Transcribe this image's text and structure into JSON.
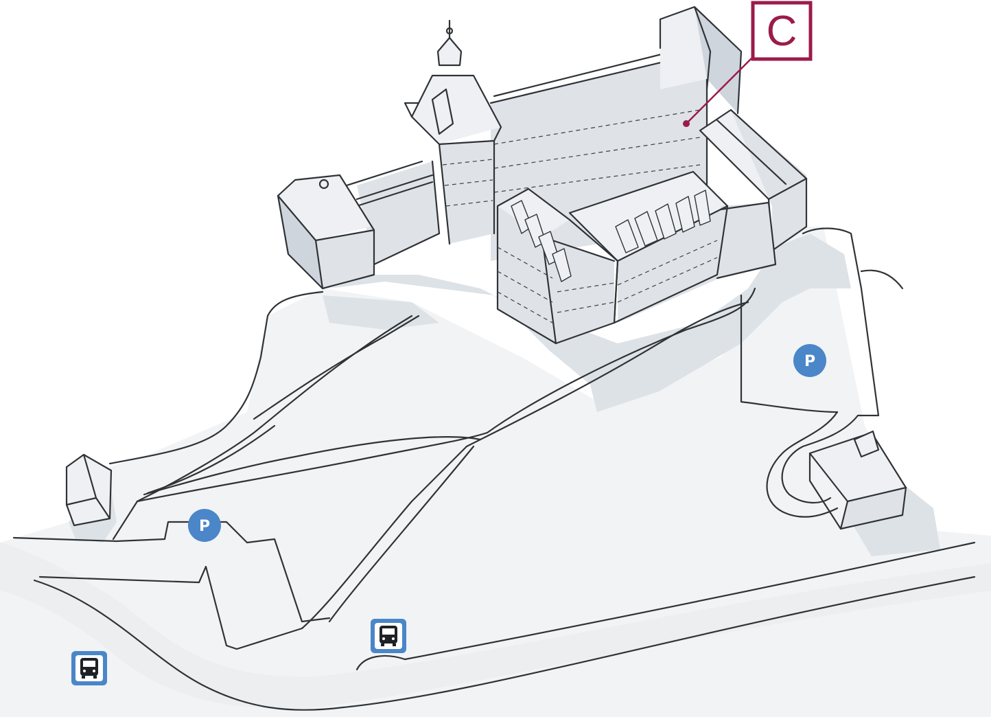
{
  "building_marker": {
    "label": "C",
    "color": "#9b1b4a"
  },
  "parking": [
    {
      "label": "P",
      "icon": "parking-icon",
      "color": "#4a86c8"
    },
    {
      "label": "P",
      "icon": "parking-icon",
      "color": "#4a86c8"
    }
  ],
  "bus_stops": [
    {
      "icon": "bus-icon",
      "color": "#4a86c8"
    },
    {
      "icon": "bus-icon",
      "color": "#4a86c8"
    }
  ],
  "colors": {
    "ink": "#2f3336",
    "building": "#dfe3e8",
    "ground": "#f1f3f5",
    "accent": "#9b1b4a",
    "service": "#4a86c8"
  }
}
